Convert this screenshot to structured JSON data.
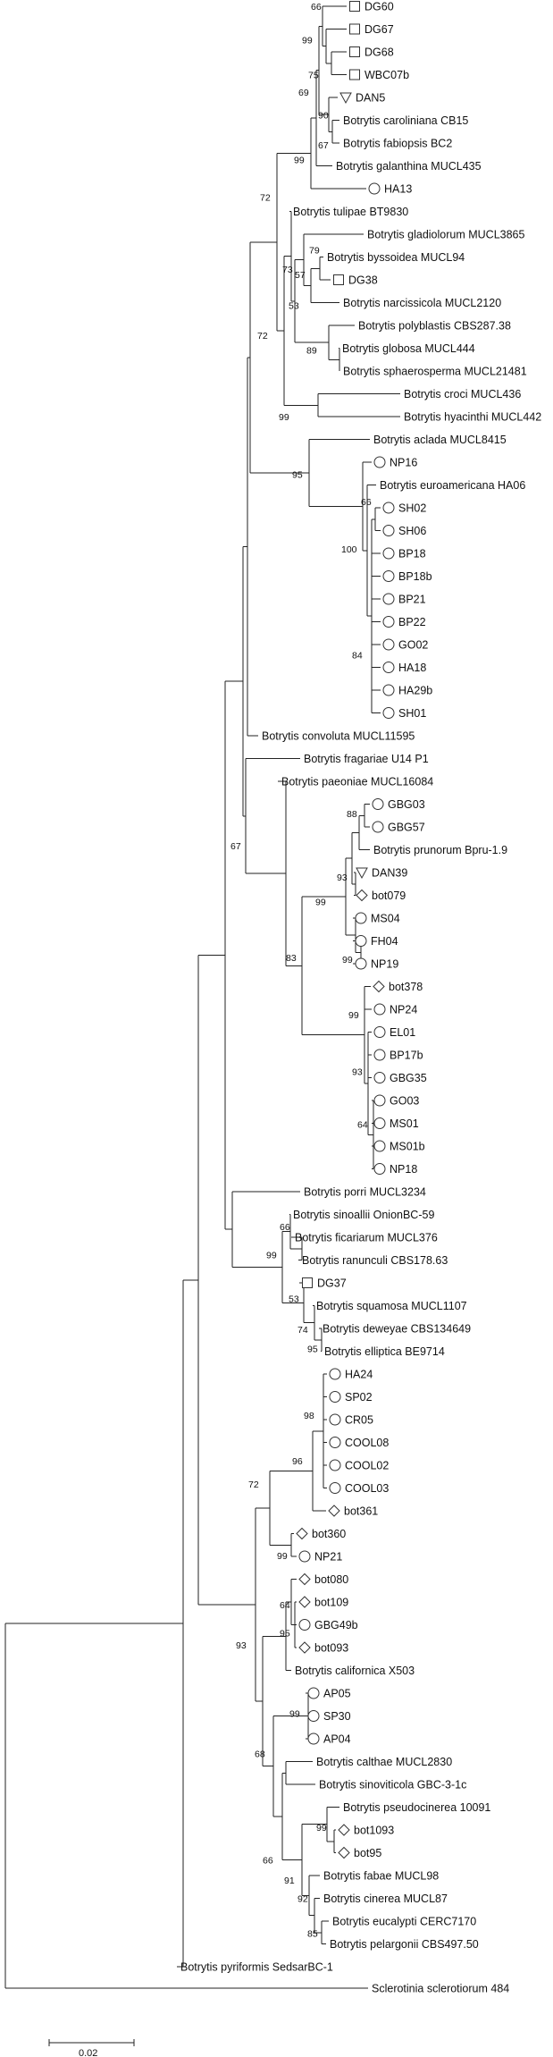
{
  "tips": [
    {
      "label": "DG60",
      "symbol": "square"
    },
    {
      "label": "DG67",
      "symbol": "square"
    },
    {
      "label": "DG68",
      "symbol": "square"
    },
    {
      "label": "WBC07b",
      "symbol": "square"
    },
    {
      "label": "DAN5",
      "symbol": "triangle-down"
    },
    {
      "label": "Botrytis caroliniana CB15",
      "symbol": ""
    },
    {
      "label": "Botrytis fabiopsis BC2",
      "symbol": ""
    },
    {
      "label": "Botrytis galanthina MUCL435",
      "symbol": ""
    },
    {
      "label": "HA13",
      "symbol": "circle"
    },
    {
      "label": "Botrytis tulipae BT9830",
      "symbol": ""
    },
    {
      "label": "Botrytis gladiolorum MUCL3865",
      "symbol": ""
    },
    {
      "label": "Botrytis byssoidea MUCL94",
      "symbol": ""
    },
    {
      "label": "DG38",
      "symbol": "square"
    },
    {
      "label": "Botrytis narcissicola MUCL2120",
      "symbol": ""
    },
    {
      "label": "Botrytis polyblastis CBS287.38",
      "symbol": ""
    },
    {
      "label": "Botrytis globosa MUCL444",
      "symbol": ""
    },
    {
      "label": "Botrytis sphaerosperma MUCL21481",
      "symbol": ""
    },
    {
      "label": "Botrytis croci MUCL436",
      "symbol": ""
    },
    {
      "label": "Botrytis hyacinthi MUCL442",
      "symbol": ""
    },
    {
      "label": "Botrytis aclada MUCL8415",
      "symbol": ""
    },
    {
      "label": "NP16",
      "symbol": "circle"
    },
    {
      "label": "Botrytis euroamericana HA06",
      "symbol": ""
    },
    {
      "label": "SH02",
      "symbol": "circle"
    },
    {
      "label": "SH06",
      "symbol": "circle"
    },
    {
      "label": "BP18",
      "symbol": "circle"
    },
    {
      "label": "BP18b",
      "symbol": "circle"
    },
    {
      "label": "BP21",
      "symbol": "circle"
    },
    {
      "label": "BP22",
      "symbol": "circle"
    },
    {
      "label": "GO02",
      "symbol": "circle"
    },
    {
      "label": "HA18",
      "symbol": "circle"
    },
    {
      "label": "HA29b",
      "symbol": "circle"
    },
    {
      "label": "SH01",
      "symbol": "circle"
    },
    {
      "label": "Botrytis convoluta MUCL11595",
      "symbol": ""
    },
    {
      "label": "Botrytis fragariae U14 P1",
      "symbol": ""
    },
    {
      "label": "Botrytis paeoniae MUCL16084",
      "symbol": ""
    },
    {
      "label": "GBG03",
      "symbol": "circle"
    },
    {
      "label": "GBG57",
      "symbol": "circle"
    },
    {
      "label": "Botrytis prunorum Bpru-1.9",
      "symbol": ""
    },
    {
      "label": "DAN39",
      "symbol": "triangle-down"
    },
    {
      "label": "bot079",
      "symbol": "diamond"
    },
    {
      "label": "MS04",
      "symbol": "circle"
    },
    {
      "label": "FH04",
      "symbol": "circle"
    },
    {
      "label": "NP19",
      "symbol": "circle"
    },
    {
      "label": "bot378",
      "symbol": "diamond"
    },
    {
      "label": "NP24",
      "symbol": "circle"
    },
    {
      "label": "EL01",
      "symbol": "circle"
    },
    {
      "label": "BP17b",
      "symbol": "circle"
    },
    {
      "label": "GBG35",
      "symbol": "circle"
    },
    {
      "label": "GO03",
      "symbol": "circle"
    },
    {
      "label": "MS01",
      "symbol": "circle"
    },
    {
      "label": "MS01b",
      "symbol": "circle"
    },
    {
      "label": "NP18",
      "symbol": "circle"
    },
    {
      "label": "Botrytis porri MUCL3234",
      "symbol": ""
    },
    {
      "label": "Botrytis sinoallii OnionBC-59",
      "symbol": ""
    },
    {
      "label": "Botrytis ficariarum MUCL376",
      "symbol": ""
    },
    {
      "label": "Botrytis ranunculi CBS178.63",
      "symbol": ""
    },
    {
      "label": "DG37",
      "symbol": "square"
    },
    {
      "label": "Botrytis squamosa MUCL1107",
      "symbol": ""
    },
    {
      "label": "Botrytis deweyae CBS134649",
      "symbol": ""
    },
    {
      "label": "Botrytis elliptica BE9714",
      "symbol": ""
    },
    {
      "label": "HA24",
      "symbol": "circle"
    },
    {
      "label": "SP02",
      "symbol": "circle"
    },
    {
      "label": "CR05",
      "symbol": "circle"
    },
    {
      "label": "COOL08",
      "symbol": "circle"
    },
    {
      "label": "COOL02",
      "symbol": "circle"
    },
    {
      "label": "COOL03",
      "symbol": "circle"
    },
    {
      "label": "bot361",
      "symbol": "diamond"
    },
    {
      "label": "bot360",
      "symbol": "diamond"
    },
    {
      "label": "NP21",
      "symbol": "circle"
    },
    {
      "label": "bot080",
      "symbol": "diamond"
    },
    {
      "label": "bot109",
      "symbol": "diamond"
    },
    {
      "label": "GBG49b",
      "symbol": "circle"
    },
    {
      "label": "bot093",
      "symbol": "diamond"
    },
    {
      "label": "Botrytis californica X503",
      "symbol": ""
    },
    {
      "label": "AP05",
      "symbol": "circle"
    },
    {
      "label": "SP30",
      "symbol": "circle"
    },
    {
      "label": "AP04",
      "symbol": "circle"
    },
    {
      "label": "Botrytis calthae MUCL2830",
      "symbol": ""
    },
    {
      "label": "Botrytis sinoviticola GBC-3-1c",
      "symbol": ""
    },
    {
      "label": "Botrytis pseudocinerea 10091",
      "symbol": ""
    },
    {
      "label": "bot1093",
      "symbol": "diamond"
    },
    {
      "label": "bot95",
      "symbol": "diamond"
    },
    {
      "label": "Botrytis fabae MUCL98",
      "symbol": ""
    },
    {
      "label": "Botrytis cinerea MUCL87",
      "symbol": ""
    },
    {
      "label": "Botrytis eucalypti CERC7170",
      "symbol": ""
    },
    {
      "label": "Botrytis pelargonii CBS497.50",
      "symbol": ""
    },
    {
      "label": "Botrytis pyriformis SedsarBC-1",
      "symbol": ""
    },
    {
      "label": "Sclerotinia sclerotiorum 484",
      "symbol": ""
    }
  ],
  "support_values": [
    "66",
    "99",
    "75",
    "69",
    "90",
    "67",
    "99",
    "72",
    "79",
    "73",
    "57",
    "53",
    "89",
    "72",
    "99",
    "95",
    "66",
    "100",
    "84",
    "67",
    "88",
    "93",
    "99",
    "99",
    "83",
    "99",
    "93",
    "64",
    "66",
    "99",
    "53",
    "74",
    "95",
    "98",
    "96",
    "72",
    "99",
    "64",
    "95",
    "93",
    "99",
    "68",
    "99",
    "66",
    "92",
    "85",
    "91"
  ],
  "scale_bar": {
    "label": "0.02",
    "value": 0.02
  }
}
